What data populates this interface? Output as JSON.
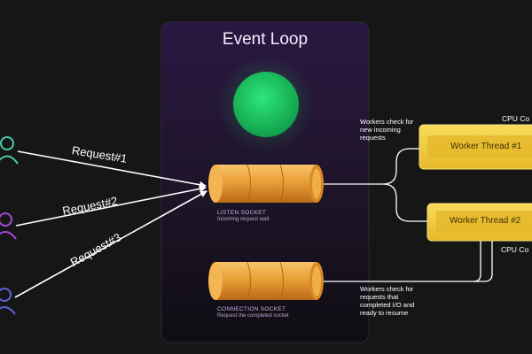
{
  "panel": {
    "title": "Event Loop"
  },
  "requests": [
    {
      "label": "Request#1"
    },
    {
      "label": "Request#2"
    },
    {
      "label": "Request#3"
    }
  ],
  "sockets": {
    "listen": {
      "title": "LISTEN SOCKET",
      "subtitle": "Incoming request wait"
    },
    "connection": {
      "title": "CONNECTION SOCKET",
      "subtitle": "Request the completed socket"
    }
  },
  "notes": {
    "new_requests": "Workers check for new incoming requests",
    "completed_io": "Workers check for requests that completed I/O and ready to resume"
  },
  "cpu": [
    {
      "label": "CPU Co"
    },
    {
      "label": "CPU Co"
    }
  ],
  "threads": [
    {
      "label": "Worker Thread #1"
    },
    {
      "label": "Worker Thread #2"
    }
  ],
  "colors": {
    "background": "#161616",
    "panel_top": "#2a1640",
    "panel_bottom": "#0e0c12",
    "status_light": "#1fcc66",
    "socket": "#e9a13c",
    "thread": "#f2cc3a",
    "user_icons": [
      "#49c9a8",
      "#a24ad6",
      "#5d63d8"
    ]
  },
  "icons": {
    "users": "user-icon",
    "status": "status-light-icon",
    "sockets": "cylinder-icon"
  }
}
